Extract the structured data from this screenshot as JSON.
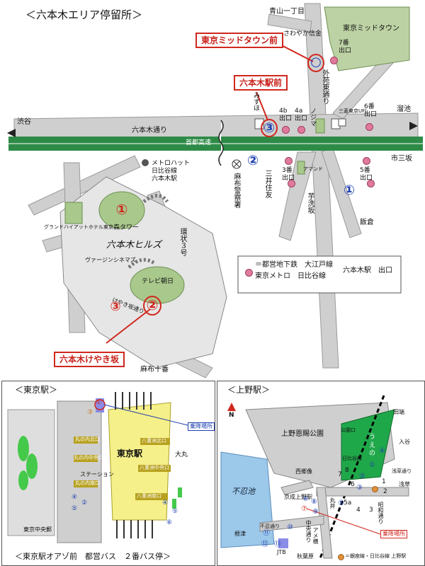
{
  "roppongi": {
    "title": "＜六本木エリア停留所＞",
    "labels": {
      "aoyama": "青山一丁目",
      "sawayaka": "さわやか信金",
      "midtown_block": "東京ミッドタウン",
      "exit7": "7番\n出口",
      "gaien": "外苑東通り",
      "mizuho": "みずほ",
      "exit4b": "4b\n出口",
      "exit4a": "4a\n出口",
      "nojima": "ノジマ",
      "mufg": "三菱東京UFJ",
      "exit6": "6番\n出口",
      "shibuya": "渋谷",
      "tameike": "溜池",
      "roppongi_dori": "六本木通り",
      "shuto": "首都高速",
      "ichisanzaka": "市三坂",
      "metro_hat": "メトロハット\n日比谷線\n六本木駅",
      "azabu_police": "麻布警察署",
      "mitsui": "三井住友",
      "exit3": "3番\n出口",
      "almond": "アマンド",
      "exit5": "5番\n出口",
      "imoarai": "芋洗坂",
      "iikura": "飯倉",
      "grand_hyatt": "グランドハイアットホテル東京",
      "mori_tower": "森タワー",
      "kanjo3": "環状３号",
      "hills": "六本木ヒルズ",
      "virgin": "ヴァージンシネマズ",
      "tv_asahi": "テレビ朝日",
      "keyaki": "けやき坂通り",
      "azabu_juban": "麻布十番"
    },
    "callouts": {
      "midtown": "東京ミッドタウン前",
      "station": "六本木駅前",
      "keyakizaka": "六本木けやき坂"
    },
    "stops": {
      "s1_mori": "①",
      "s1_right": "①",
      "s2_hills": "②",
      "s2_middle": "②",
      "s3_hills": "③",
      "s3_station": "③",
      "s_midtown": "○"
    },
    "legend": {
      "line1": "＝都営地下鉄　大江戸線",
      "line2": "東京メトロ　日比谷線",
      "suffix": "六本木駅　出口"
    }
  },
  "tokyo": {
    "title": "＜東京駅＞",
    "caption": "＜東京駅オアゾ前　都営バス　２番バス停＞",
    "station_name": "東京駅",
    "stop_tag": "乗降場所",
    "daimaru": "大丸",
    "station_hotel": "ステーション",
    "central_post": "東京中央郵",
    "exits": [
      "丸の内北口",
      "丸の内中央口",
      "丸の内南口",
      "八重洲北口",
      "八重洲中央口",
      "八重洲南口"
    ],
    "stop_nums": [
      "①",
      "③",
      "④",
      "⑤",
      "②",
      "④",
      "⑤",
      "⑥"
    ]
  },
  "ueno": {
    "title": "＜上野駅＞",
    "north": "N",
    "park": "上野恩賜公園",
    "shinobazu": "不忍池",
    "saigo": "西郷像",
    "keisei": "京成上野駅",
    "ueno_chuo": "中央通り",
    "koen_exit": "公園口",
    "ueno_kanji": "う\nえ\nの",
    "hiroko": "日比谷線",
    "asakusa_dori": "浅草通り",
    "asakusa": "浅草",
    "tabata": "田端",
    "iriya": "入谷",
    "ameyoko": "アメ横",
    "marui": "丸井",
    "showa": "昭和通り",
    "stop_tag": "乗降場所",
    "jtb": "JTB",
    "akihabara": "秋葉原",
    "nezu": "根津",
    "koshinobazu": "不忍通り",
    "legend": "＝銀座線・日比谷線 上野駅",
    "stop_nums": [
      "①",
      "②",
      "③",
      "④",
      "⑤",
      "⑥",
      "⑦",
      "⑧",
      "⑨",
      "⑩",
      "⑪",
      "⑫",
      "⑬"
    ],
    "exit_nums": [
      "1",
      "2",
      "3",
      "4",
      "5a",
      "6",
      "7",
      "8"
    ]
  },
  "colors": {
    "road_green": "#2e8b47",
    "stop_blue": "#1d3fb0",
    "callout_red": "#d0281e",
    "exit_pink": "#e07a9a",
    "station_yellow": "#f6f08a",
    "park_green": "#1fa84a",
    "pond_blue": "#9cc8ea"
  }
}
